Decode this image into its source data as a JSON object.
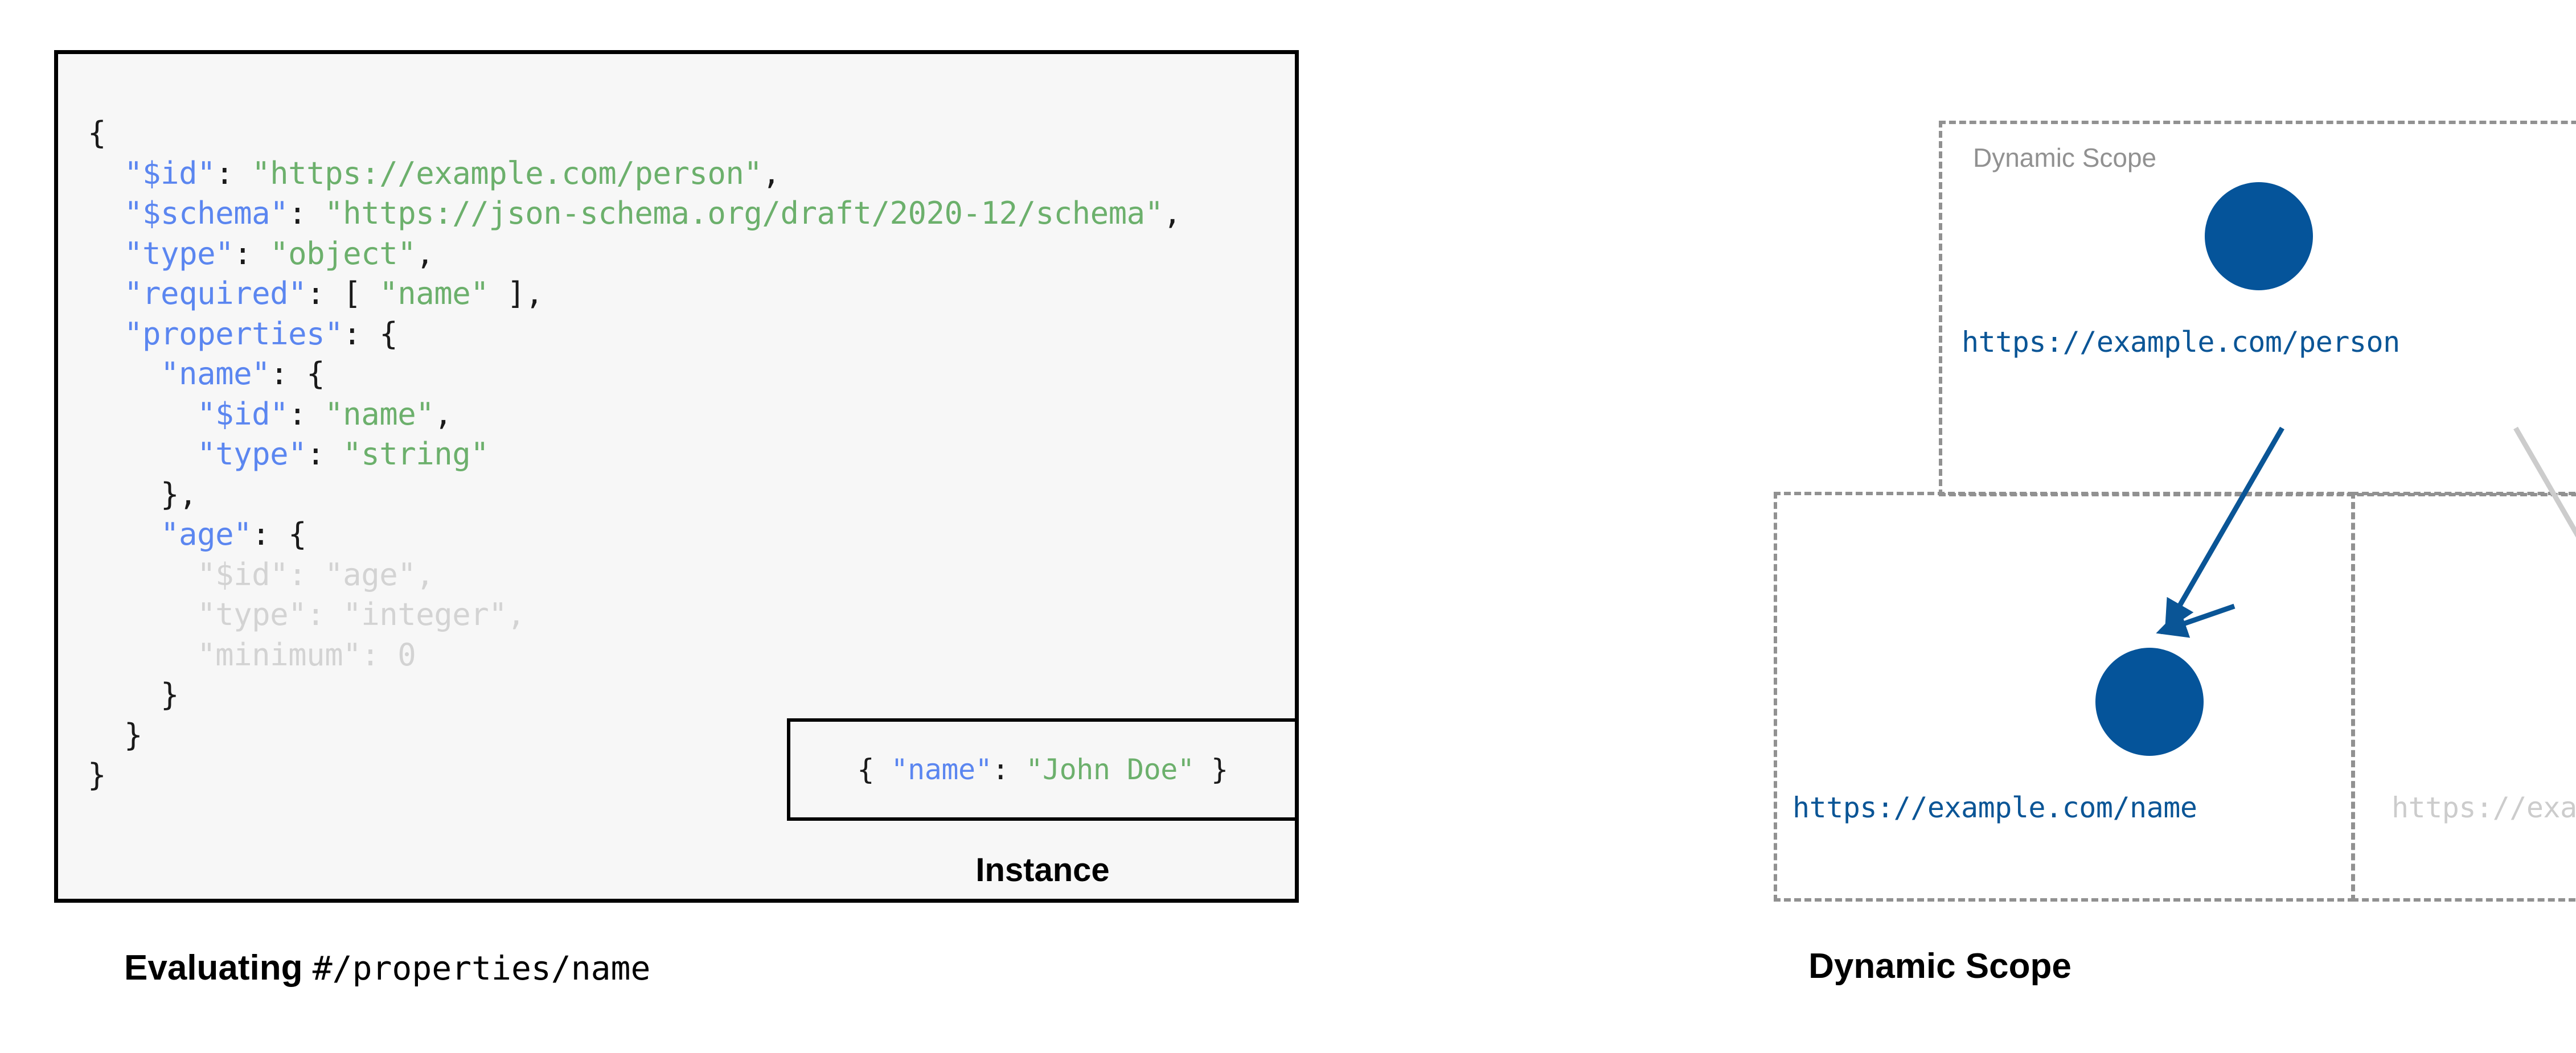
{
  "left_panel": {
    "schema_code_lines": [
      [
        {
          "t": "{",
          "c": "p"
        }
      ],
      [
        {
          "t": "  ",
          "c": "p"
        },
        {
          "t": "\"$id\"",
          "c": "k"
        },
        {
          "t": ": ",
          "c": "p"
        },
        {
          "t": "\"https://example.com/person\"",
          "c": "s"
        },
        {
          "t": ",",
          "c": "p"
        }
      ],
      [
        {
          "t": "  ",
          "c": "p"
        },
        {
          "t": "\"$schema\"",
          "c": "k"
        },
        {
          "t": ": ",
          "c": "p"
        },
        {
          "t": "\"https://json-schema.org/draft/2020-12/schema\"",
          "c": "s"
        },
        {
          "t": ",",
          "c": "p"
        }
      ],
      [
        {
          "t": "  ",
          "c": "p"
        },
        {
          "t": "\"type\"",
          "c": "k"
        },
        {
          "t": ": ",
          "c": "p"
        },
        {
          "t": "\"object\"",
          "c": "s"
        },
        {
          "t": ",",
          "c": "p"
        }
      ],
      [
        {
          "t": "  ",
          "c": "p"
        },
        {
          "t": "\"required\"",
          "c": "k"
        },
        {
          "t": ": [ ",
          "c": "p"
        },
        {
          "t": "\"name\"",
          "c": "s"
        },
        {
          "t": " ],",
          "c": "p"
        }
      ],
      [
        {
          "t": "  ",
          "c": "p"
        },
        {
          "t": "\"properties\"",
          "c": "k"
        },
        {
          "t": ": {",
          "c": "p"
        }
      ],
      [
        {
          "t": "    ",
          "c": "p"
        },
        {
          "t": "\"name\"",
          "c": "k"
        },
        {
          "t": ": {",
          "c": "p"
        }
      ],
      [
        {
          "t": "      ",
          "c": "p"
        },
        {
          "t": "\"$id\"",
          "c": "k"
        },
        {
          "t": ": ",
          "c": "p"
        },
        {
          "t": "\"name\"",
          "c": "s"
        },
        {
          "t": ",",
          "c": "p"
        }
      ],
      [
        {
          "t": "      ",
          "c": "p"
        },
        {
          "t": "\"type\"",
          "c": "k"
        },
        {
          "t": ": ",
          "c": "p"
        },
        {
          "t": "\"string\"",
          "c": "s"
        }
      ],
      [
        {
          "t": "    },",
          "c": "p"
        }
      ],
      [
        {
          "t": "    ",
          "c": "p"
        },
        {
          "t": "\"age\"",
          "c": "k"
        },
        {
          "t": ": {",
          "c": "p"
        }
      ],
      [
        {
          "t": "      ",
          "c": "dim-p"
        },
        {
          "t": "\"$id\"",
          "c": "dim-k"
        },
        {
          "t": ": ",
          "c": "dim-p"
        },
        {
          "t": "\"age\"",
          "c": "dim-s"
        },
        {
          "t": ",",
          "c": "dim-p"
        }
      ],
      [
        {
          "t": "      ",
          "c": "dim-p"
        },
        {
          "t": "\"type\"",
          "c": "dim-k"
        },
        {
          "t": ": ",
          "c": "dim-p"
        },
        {
          "t": "\"integer\"",
          "c": "dim-s"
        },
        {
          "t": ",",
          "c": "dim-p"
        }
      ],
      [
        {
          "t": "      ",
          "c": "dim-p"
        },
        {
          "t": "\"minimum\"",
          "c": "dim-k"
        },
        {
          "t": ": ",
          "c": "dim-p"
        },
        {
          "t": "0",
          "c": "dim-s"
        }
      ],
      [
        {
          "t": "    }",
          "c": "p"
        }
      ],
      [
        {
          "t": "  }",
          "c": "p"
        }
      ],
      [
        {
          "t": "}",
          "c": "p"
        }
      ]
    ],
    "instance": {
      "code_parts": [
        {
          "t": "{ ",
          "c": "p"
        },
        {
          "t": "\"name\"",
          "c": "k"
        },
        {
          "t": ": ",
          "c": "p"
        },
        {
          "t": "\"John Doe\"",
          "c": "s"
        },
        {
          "t": " }",
          "c": "p"
        }
      ],
      "caption": "Instance"
    },
    "caption": {
      "bold_text": "Evaluating ",
      "mono_text": "#/properties/name"
    }
  },
  "right_panel": {
    "caption": "Dynamic Scope",
    "scope_label": "Dynamic Scope",
    "nodes": [
      {
        "id": "person",
        "label": "https://example.com/person",
        "state": "active"
      },
      {
        "id": "name",
        "label": "https://example.com/name",
        "state": "active"
      },
      {
        "id": "age",
        "label": "https://example.com/age",
        "state": "inactive"
      }
    ],
    "edges": [
      {
        "from": "person",
        "to": "name",
        "state": "active"
      },
      {
        "from": "person",
        "to": "age",
        "state": "inactive"
      }
    ]
  },
  "colors": {
    "json_key": "#5b86f0",
    "json_string": "#6cb06c",
    "dimmed": "#d3d3d3",
    "node_active": "#05549a",
    "node_inactive": "#cccccc",
    "link_active": "#0a5596",
    "link_inactive": "#cccccc",
    "scope_border": "#919191",
    "code_bg": "#f7f7f7",
    "box_border": "#000000"
  }
}
